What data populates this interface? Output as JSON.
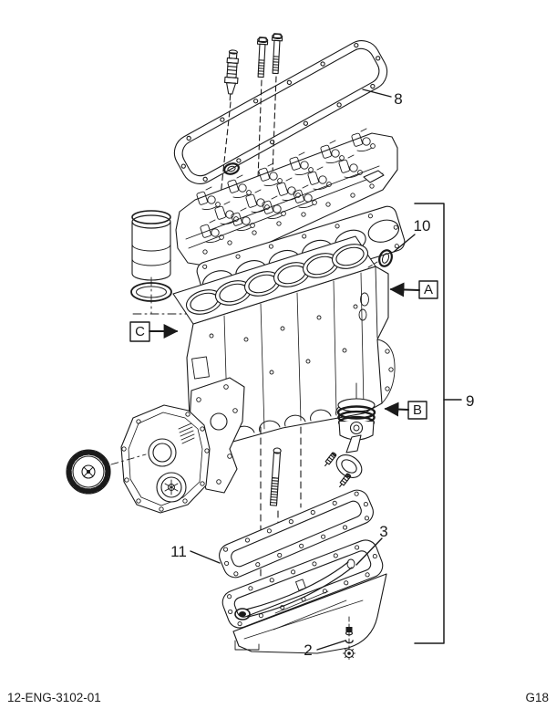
{
  "document": {
    "type": "engine-parts-exploded-diagram",
    "footer_left": "12-ENG-3102-01",
    "footer_right": "G18"
  },
  "colors": {
    "ink": "#1a1a1a",
    "paper": "#ffffff"
  },
  "callouts": {
    "c8": {
      "label": "8"
    },
    "c10": {
      "label": "10"
    },
    "c9": {
      "label": "9"
    },
    "c3": {
      "label": "3"
    },
    "c11": {
      "label": "11"
    },
    "c2": {
      "label": "2"
    },
    "cA": {
      "label": "A",
      "boxed": true
    },
    "cB": {
      "label": "B",
      "boxed": true
    },
    "cC": {
      "label": "C",
      "boxed": true
    }
  }
}
